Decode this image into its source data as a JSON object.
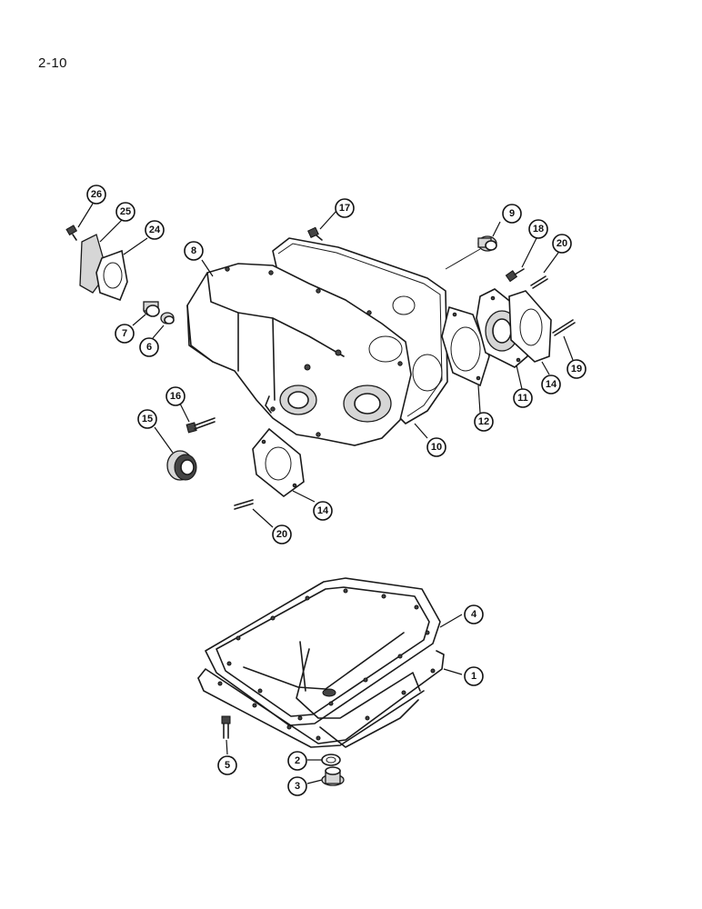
{
  "page": {
    "number": "2-10"
  },
  "callouts": [
    {
      "id": "c26",
      "label": "26"
    },
    {
      "id": "c25",
      "label": "25"
    },
    {
      "id": "c24",
      "label": "24"
    },
    {
      "id": "c17",
      "label": "17"
    },
    {
      "id": "c9",
      "label": "9"
    },
    {
      "id": "c18",
      "label": "18"
    },
    {
      "id": "c20a",
      "label": "20"
    },
    {
      "id": "c8",
      "label": "8"
    },
    {
      "id": "c7",
      "label": "7"
    },
    {
      "id": "c6",
      "label": "6"
    },
    {
      "id": "c19",
      "label": "19"
    },
    {
      "id": "c14a",
      "label": "14"
    },
    {
      "id": "c11",
      "label": "11"
    },
    {
      "id": "c12",
      "label": "12"
    },
    {
      "id": "c16",
      "label": "16"
    },
    {
      "id": "c15",
      "label": "15"
    },
    {
      "id": "c10",
      "label": "10"
    },
    {
      "id": "c14b",
      "label": "14"
    },
    {
      "id": "c20b",
      "label": "20"
    },
    {
      "id": "c4",
      "label": "4"
    },
    {
      "id": "c1",
      "label": "1"
    },
    {
      "id": "c5",
      "label": "5"
    },
    {
      "id": "c2",
      "label": "2"
    },
    {
      "id": "c3",
      "label": "3"
    }
  ]
}
